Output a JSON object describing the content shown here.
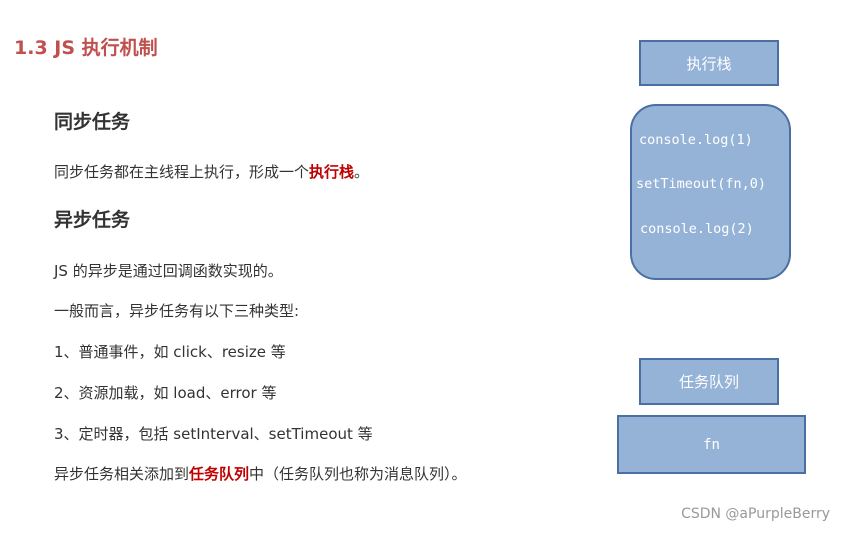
{
  "section_title": "1.3 JS 执行机制",
  "sync": {
    "heading": "同步任务",
    "desc_prefix": "同步任务都在主线程上执行，形成一个",
    "desc_highlight": "执行栈",
    "desc_suffix": "。"
  },
  "async": {
    "heading": "异步任务",
    "line1": "JS 的异步是通过回调函数实现的。",
    "line2": "一般而言，异步任务有以下三种类型:",
    "types": [
      "1、普通事件，如 click、resize 等",
      "2、资源加载，如 load、error 等",
      "3、定时器，包括 setInterval、setTimeout 等"
    ],
    "last_prefix": "异步任务相关添加到",
    "last_highlight": "任务队列",
    "last_suffix": "中（任务队列也称为消息队列）。"
  },
  "diagram": {
    "stack_label": "执行栈",
    "stack_items": [
      "console.log(1)",
      "setTimeout(fn,0)",
      "console.log(2)"
    ],
    "queue_label": "任务队列",
    "queue_item": "fn"
  },
  "watermark": "CSDN @aPurpleBerry",
  "colors": {
    "title": "#c0504d",
    "highlight": "#c00000",
    "box_fill": "#95b3d7",
    "box_border": "#4a6fa0"
  }
}
